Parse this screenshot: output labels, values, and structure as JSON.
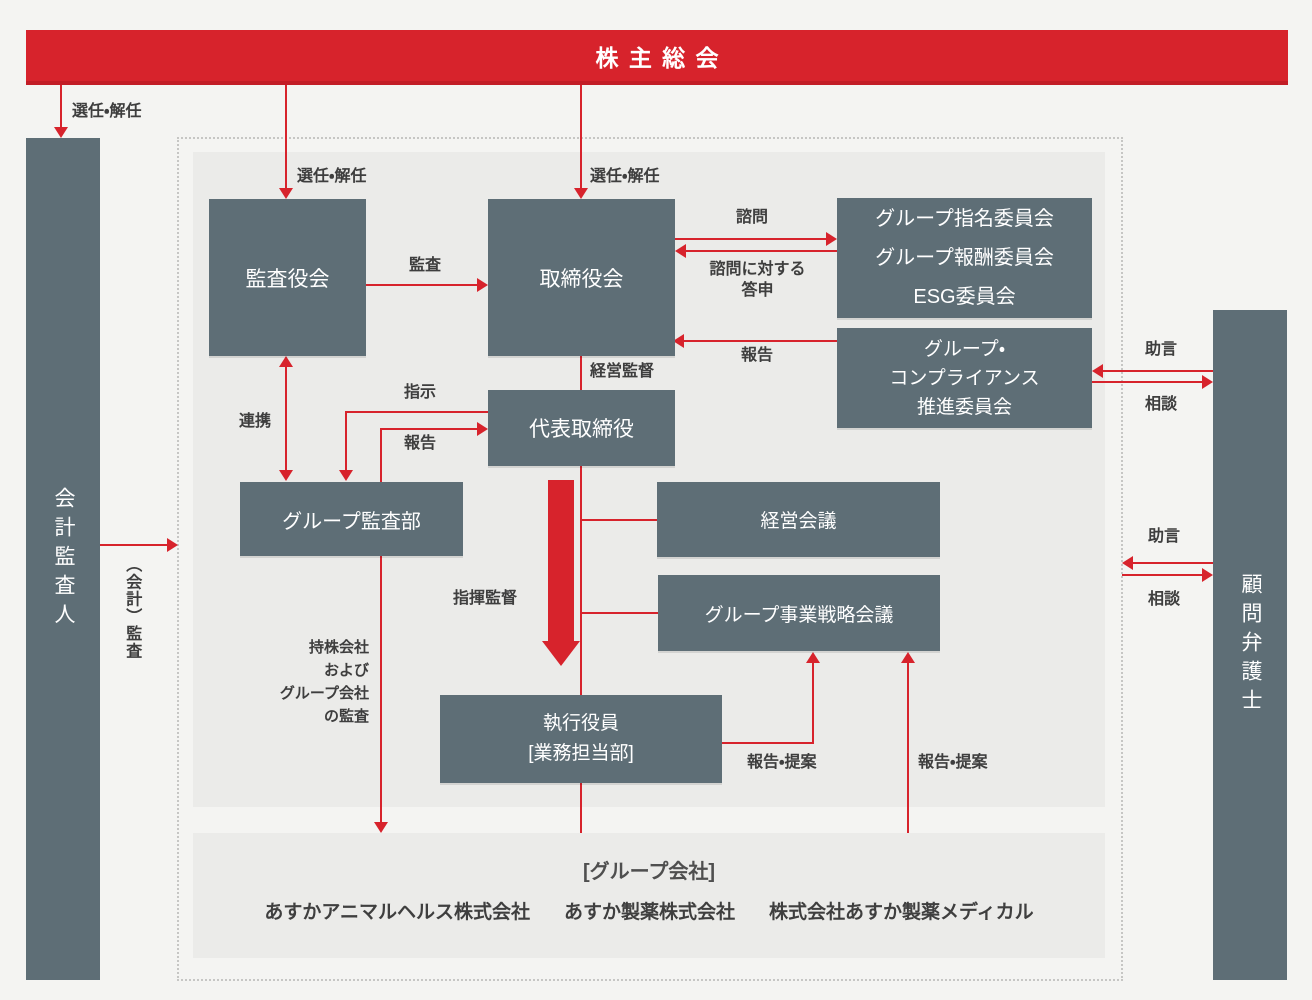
{
  "banner": {
    "label": "株主総会"
  },
  "left_bar": {
    "label": "会計監査人"
  },
  "right_bar": {
    "label": "顧問弁護士"
  },
  "boxes": {
    "board_of_auditors": "監査役会",
    "board_of_directors": "取締役会",
    "committees": {
      "line1": "グループ指名委員会",
      "line2": "グループ報酬委員会",
      "line3": "ESG委員会"
    },
    "compliance": {
      "line1": "グループ・",
      "line2": "コンプライアンス",
      "line3": "推進委員会"
    },
    "representative_director": "代表取締役",
    "group_audit_dept": "グループ監査部",
    "management_meeting": "経営会議",
    "group_strategy_meeting": "グループ事業戦略会議",
    "executive_officers": {
      "line1": "執行役員",
      "line2": "[業務担当部]"
    }
  },
  "labels": {
    "appoint_dismiss_auditor": "選任・解任",
    "appoint_dismiss_kansayaku": "選任・解任",
    "appoint_dismiss_board": "選任・解任",
    "audit": "監査",
    "consultation": "諮問",
    "reply_line1": "諮問に対する",
    "reply_line2": "答申",
    "report_committee": "報告",
    "advice_1": "助言",
    "consult_1": "相談",
    "advice_2": "助言",
    "consult_2": "相談",
    "management_supervision": "経営監督",
    "cooperation": "連携",
    "instruction": "指示",
    "report_audit": "報告",
    "command_supervision": "指揮監督",
    "accounting_audit": "（会計）監査",
    "holding_audit_line1": "持株会社",
    "holding_audit_line2": "および",
    "holding_audit_line3": "グループ会社",
    "holding_audit_line4": "の監査",
    "report_proposal_1": "報告・提案",
    "report_proposal_2": "報告・提案"
  },
  "bottom_panel": {
    "title": "[グループ会社]",
    "companies": [
      "あすかアニマルヘルス株式会社",
      "あすか製薬株式会社",
      "株式会社あすか製薬メディカル"
    ]
  },
  "colors": {
    "accent_red": "#d7232c",
    "box_slate": "#5e6e76",
    "page_bg": "#f4f4f2",
    "panel_bg": "#ebebe9",
    "label_text": "#3e3e3e"
  }
}
